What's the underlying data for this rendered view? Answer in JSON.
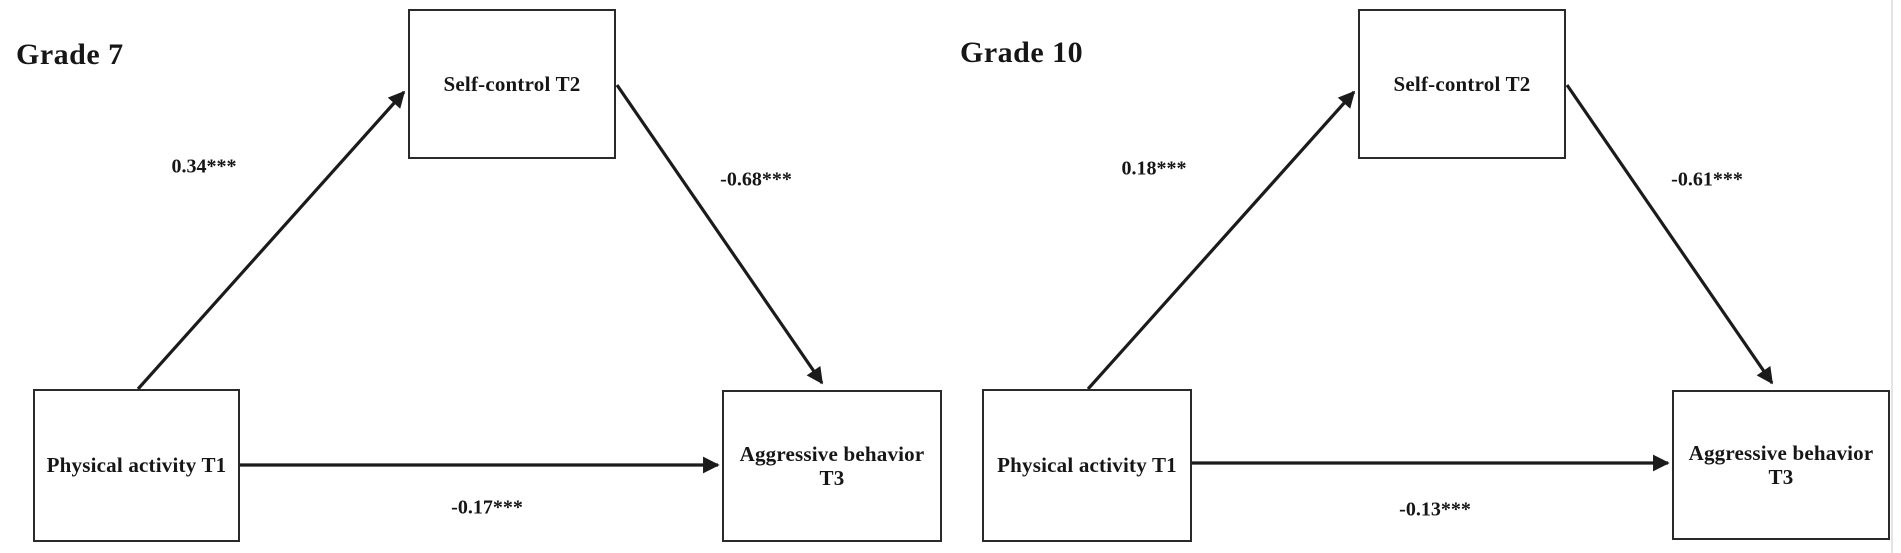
{
  "diagram": {
    "panels": [
      {
        "title": "Grade 7",
        "boxes": [
          {
            "id": "predictor",
            "label": "Physical activity T1"
          },
          {
            "id": "mediator",
            "label": "Self-control T2"
          },
          {
            "id": "outcome",
            "label": "Aggressive behavior T3"
          }
        ],
        "paths": [
          {
            "from": "Physical activity T1",
            "to": "Self-control T2",
            "label": "0.34***"
          },
          {
            "from": "Self-control T2",
            "to": "Aggressive behavior T3",
            "label": "-0.68***"
          },
          {
            "from": "Physical activity T1",
            "to": "Aggressive behavior T3",
            "label": "-0.17***"
          }
        ]
      },
      {
        "title": "Grade 10",
        "boxes": [
          {
            "id": "predictor",
            "label": "Physical activity T1"
          },
          {
            "id": "mediator",
            "label": "Self-control T2"
          },
          {
            "id": "outcome",
            "label": "Aggressive behavior T3"
          }
        ],
        "paths": [
          {
            "from": "Physical activity T1",
            "to": "Self-control T2",
            "label": "0.18***"
          },
          {
            "from": "Self-control T2",
            "to": "Aggressive behavior T3",
            "label": "-0.61***"
          },
          {
            "from": "Physical activity T1",
            "to": "Aggressive behavior T3",
            "label": "-0.13***"
          }
        ]
      }
    ],
    "colors": {
      "line": "#1b1b1b",
      "box_border": "#2a2a2a",
      "background": "#ffffff"
    }
  }
}
